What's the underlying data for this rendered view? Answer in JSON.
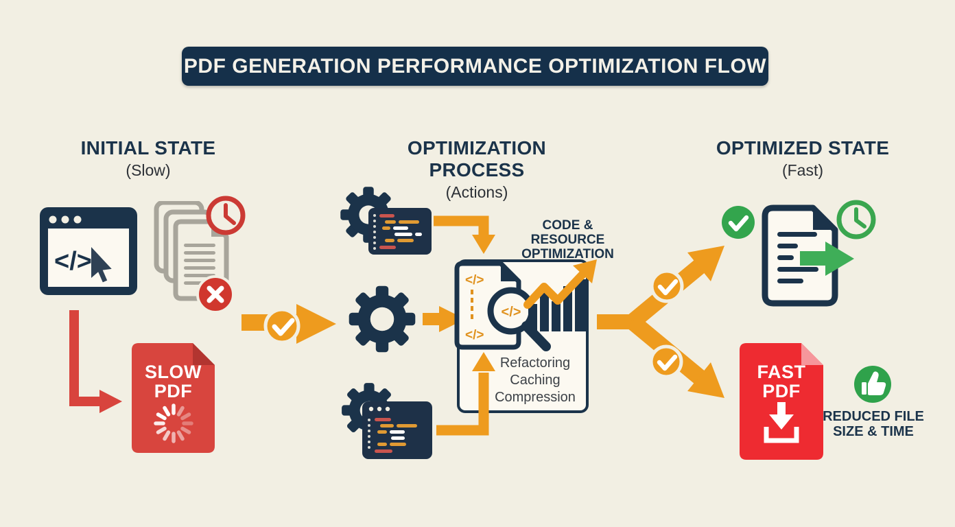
{
  "title": "PDF GENERATION PERFORMANCE OPTIMIZATION FLOW",
  "columns": {
    "initial": {
      "heading": "INITIAL STATE",
      "subheading": "(Slow)"
    },
    "process": {
      "heading": "OPTIMIZATION PROCESS",
      "subheading": "(Actions)"
    },
    "optimized": {
      "heading": "OPTIMIZED STATE",
      "subheading": "(Fast)"
    }
  },
  "symbols": {
    "code": "</>"
  },
  "initial_state": {
    "slow_pdf_line1": "SLOW",
    "slow_pdf_line2": "PDF"
  },
  "process": {
    "annotation_line1": "CODE & RESOURCE",
    "annotation_line2": "OPTIMIZATION",
    "actions": [
      "Refactoring",
      "Caching",
      "Compression"
    ]
  },
  "optimized_state": {
    "fast_pdf_line1": "FAST",
    "fast_pdf_line2": "PDF",
    "benefit_line1": "REDUCED FILE",
    "benefit_line2": "SIZE & TIME"
  },
  "colors": {
    "background": "#f2efe3",
    "navy": "#1b334a",
    "orange": "#ee9b1e",
    "red": "#d8453e",
    "bright_red": "#ee2b31",
    "green": "#33a54d",
    "gray": "#a8a59b"
  }
}
